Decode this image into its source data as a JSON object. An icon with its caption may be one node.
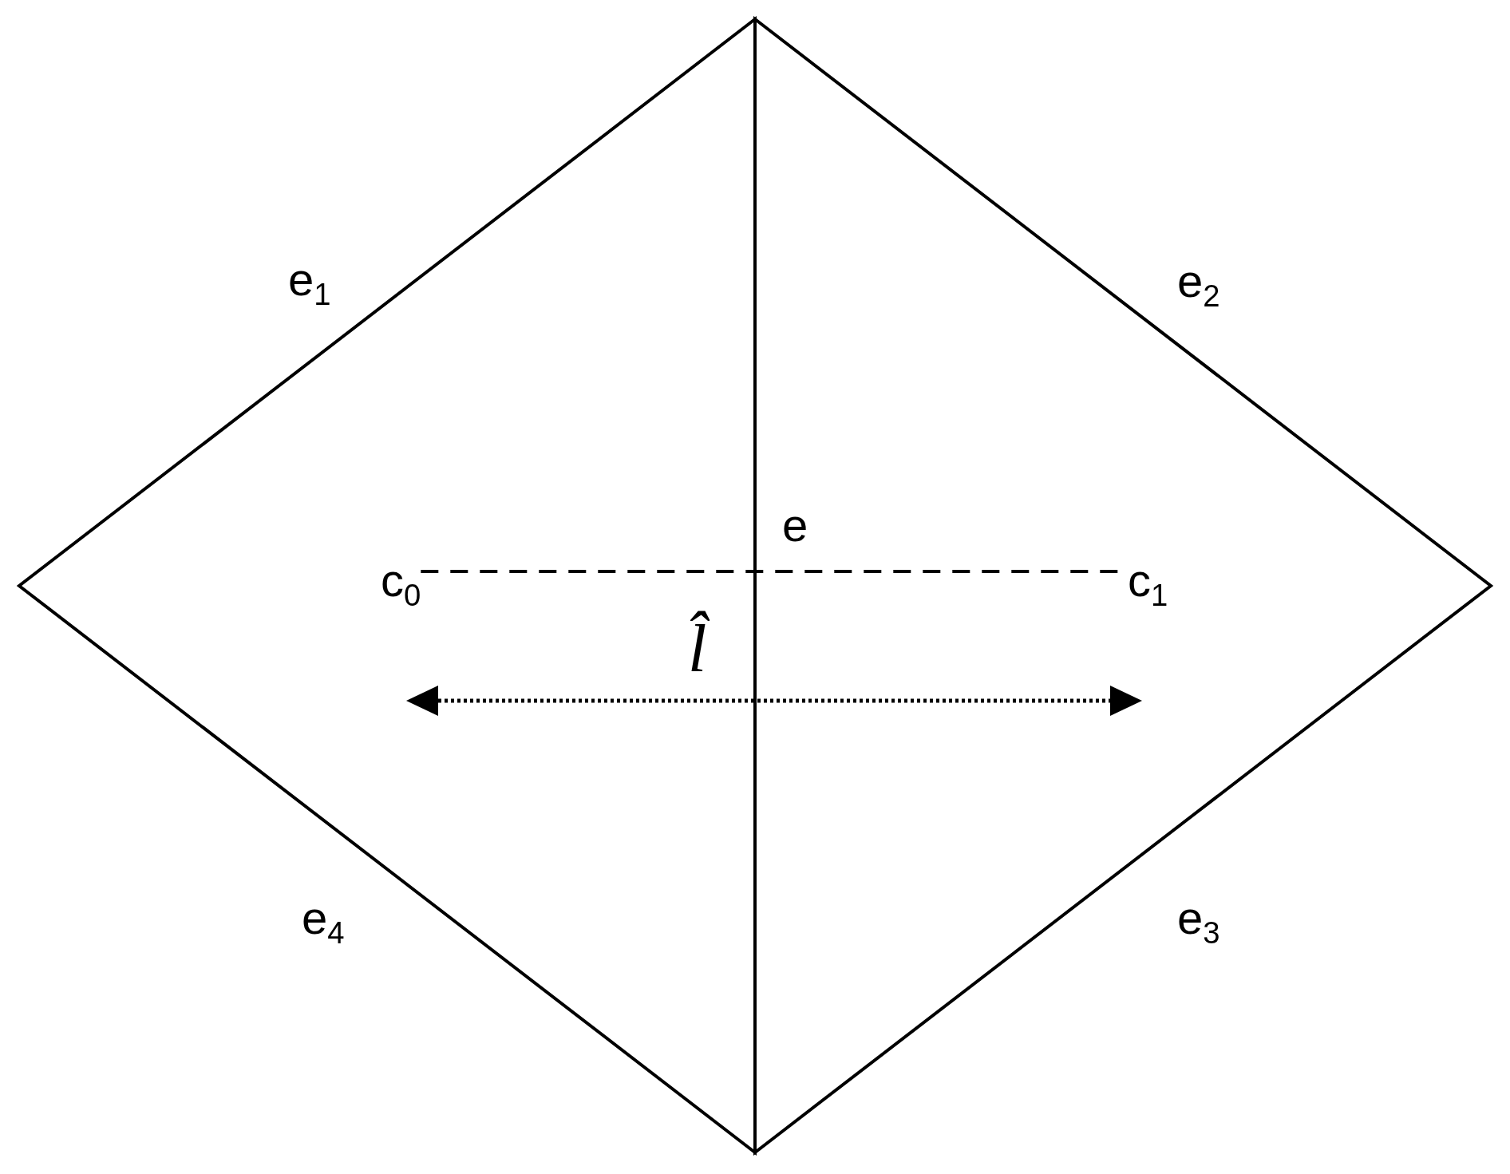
{
  "diagram": {
    "nodes": [
      {
        "text": [
          "c$_{0}$"
        ]
      },
      {
        "text": [
          "c$_{1}$"
        ]
      }
    ],
    "edges": [
      {
        "from": 0,
        "to": 1,
        "arrow": "none",
        "style": "dashed"
      }
    ],
    "labels": [
      "e$_{1}$",
      "e$_{2}$",
      "e",
      "l̂",
      "e$_{4}$",
      "e$_{3}$"
    ]
  }
}
